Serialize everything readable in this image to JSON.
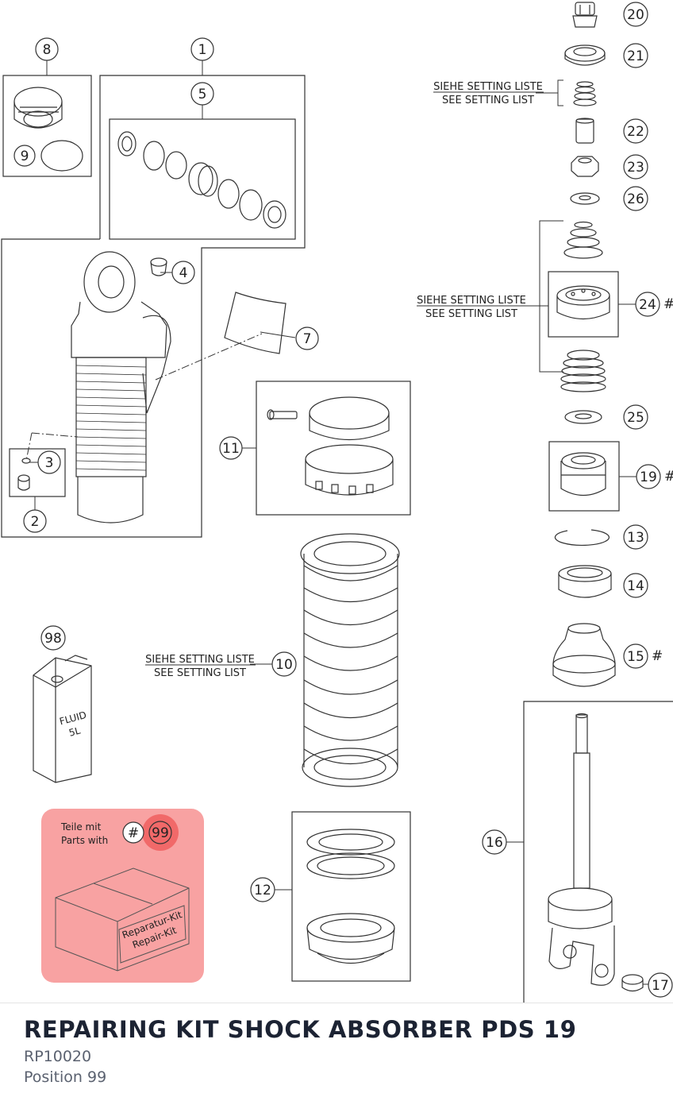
{
  "callouts": {
    "c1": "1",
    "c2": "2",
    "c3": "3",
    "c4": "4",
    "c5": "5",
    "c7": "7",
    "c8": "8",
    "c9": "9",
    "c10": "10",
    "c11": "11",
    "c12": "12",
    "c13": "13",
    "c14": "14",
    "c15": "15",
    "c16": "16",
    "c17": "17",
    "c19": "19",
    "c20": "20",
    "c21": "21",
    "c22": "22",
    "c23": "23",
    "c24": "24",
    "c25": "25",
    "c26": "26",
    "c98": "98",
    "c99": "99"
  },
  "marks": {
    "hash": "#"
  },
  "setting": {
    "de": "SIEHE SETTING LISTE",
    "en": "SEE SETTING LIST"
  },
  "fluid": {
    "line1": "FLUID",
    "line2": "5L"
  },
  "kit": {
    "parts_de": "Teile mit",
    "parts_en": "Parts with",
    "box_de": "Reparatur-Kit",
    "box_en": "Repair-Kit"
  },
  "highlight_color": "#f8a2a2",
  "footer": {
    "title": "REPAIRING KIT SHOCK ABSORBER PDS 19",
    "code": "RP10020",
    "position": "Position 99"
  }
}
